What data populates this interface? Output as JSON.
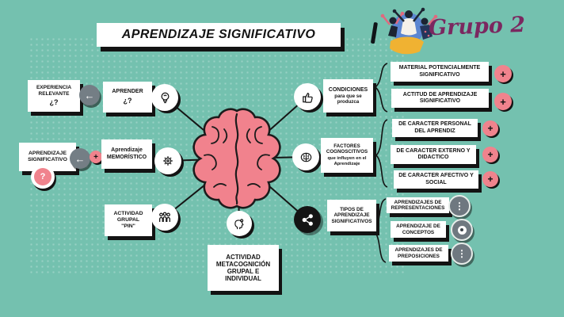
{
  "title": "APRENDIZAJE SIGNIFICATIVO",
  "brand": "Grupo 2",
  "colors": {
    "background": "#74C1AF",
    "ink": "#131313",
    "brain_fill": "#F1828D",
    "pink_accent": "#F0838D",
    "gray_button": "#747E85",
    "brand_text": "#7B2860",
    "logo_blue": "#5C86D1",
    "logo_yellow": "#F0B232"
  },
  "center": {
    "icon": "brain-illustration"
  },
  "left_nodes": {
    "experiencia": {
      "lines": [
        "EXPERIENCIA",
        "RELEVANTE"
      ],
      "question": "¿?"
    },
    "aprender": {
      "lines": [
        "APRENDER"
      ],
      "question": "¿?"
    },
    "aprendizaje_significativo": {
      "lines": [
        "APRENDIZAJE",
        "SIGNIFICATIVO"
      ],
      "badge": "?"
    },
    "memoristico": {
      "lines": [
        "Aprendizaje",
        "MEMORÍSTICO"
      ]
    },
    "actividad_grupal": {
      "lines": [
        "ACTIVIDAD",
        "GRUPAL",
        "\"PIN\""
      ]
    },
    "metacognicion": {
      "lines": [
        "ACTIVIDAD",
        "METACOGNICIÓN",
        "GRUPAL E",
        "INDIVIDUAL"
      ]
    }
  },
  "right_nodes": {
    "condiciones": {
      "title": "CONDICIONES",
      "sub": [
        "para que se",
        "produzca"
      ]
    },
    "factores": {
      "title": [
        "FACTORES",
        "COGNOSCITIVOS"
      ],
      "sub": [
        "que influyen en el",
        "Aprendizaje"
      ]
    },
    "tipos": {
      "lines": [
        "TIPOS DE",
        "APRENDIZAJE",
        "SIGNIFICATIVOS"
      ]
    }
  },
  "condiciones_items": [
    {
      "lines": [
        "MATERIAL POTENCIALMENTE",
        "SIGNIFICATIVO"
      ],
      "button": "+"
    },
    {
      "lines": [
        "ACTITUD DE APRENDIZAJE",
        "SIGNIFICATIVO"
      ],
      "button": "+"
    }
  ],
  "factores_items": [
    {
      "lines": [
        "DE CARACTER PERSONAL",
        "DEL APRENDIZ"
      ],
      "button": "+"
    },
    {
      "lines": [
        "DE CARACTER  EXTERNO Y",
        "DIDACTICO"
      ],
      "button": "+"
    },
    {
      "lines": [
        "DE CARACTER AFECTIVO Y",
        "SOCIAL"
      ],
      "button": "+"
    }
  ],
  "tipos_items": [
    {
      "lines": [
        "APRENDIZAJES DE",
        "REPRESENTACIONES"
      ],
      "icon": "kebab-menu-icon",
      "glyph": "⋮"
    },
    {
      "lines": [
        "APRENDIZAJE DE",
        "CONCEPTOS"
      ],
      "icon": "eye-icon",
      "glyph": ""
    },
    {
      "lines": [
        "APRENDIZAJES DE",
        "PREPOSICIONES"
      ],
      "icon": "kebab-menu-icon",
      "glyph": "⋮"
    }
  ],
  "buttons": {
    "back": "←",
    "plus": "+",
    "question": "?"
  }
}
